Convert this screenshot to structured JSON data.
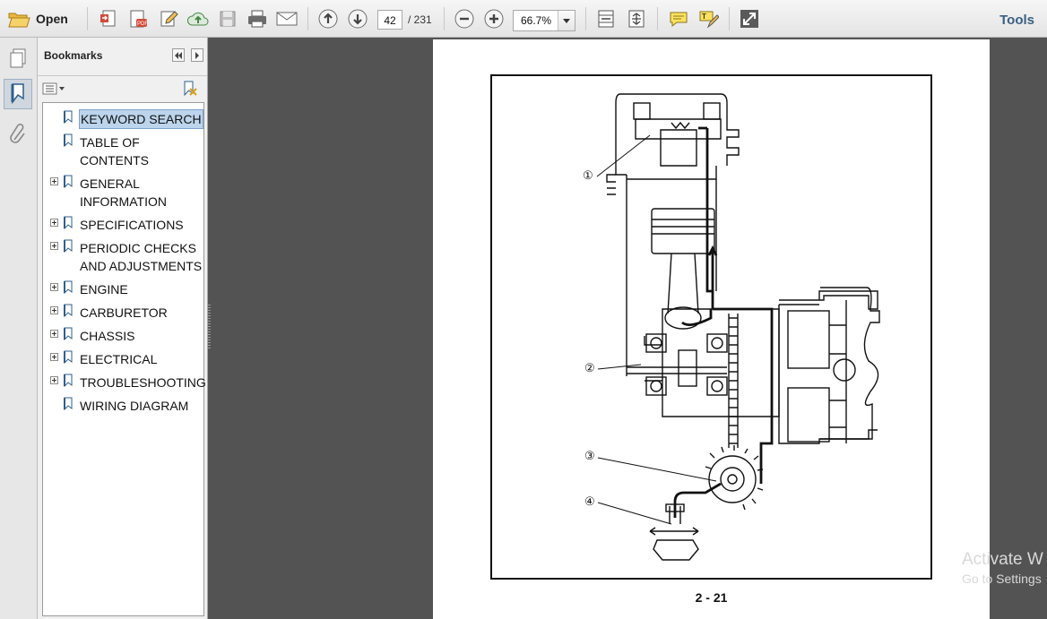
{
  "toolbar": {
    "open_label": "Open",
    "current_page": "42",
    "total_pages": "/ 231",
    "zoom": "66.7%",
    "tools_label": "Tools",
    "accent": "#3a5f84"
  },
  "panel": {
    "title": "Bookmarks",
    "bookmarks": [
      {
        "label": "KEYWORD SEARCH",
        "expandable": false,
        "selected": true
      },
      {
        "label": "TABLE OF\nCONTENTS",
        "expandable": false
      },
      {
        "label": "GENERAL\nINFORMATION",
        "expandable": true
      },
      {
        "label": "SPECIFICATIONS",
        "expandable": true
      },
      {
        "label": "PERIODIC CHECKS\nAND ADJUSTMENTS",
        "expandable": true
      },
      {
        "label": "ENGINE",
        "expandable": true
      },
      {
        "label": "CARBURETOR",
        "expandable": true
      },
      {
        "label": "CHASSIS",
        "expandable": true
      },
      {
        "label": "ELECTRICAL",
        "expandable": true
      },
      {
        "label": "TROUBLESHOOTING",
        "expandable": true
      },
      {
        "label": "WIRING DIAGRAM",
        "expandable": false
      }
    ]
  },
  "document": {
    "page_number": "2 - 21",
    "callouts": [
      "①",
      "②",
      "③",
      "④"
    ]
  },
  "watermark": {
    "line1": "Activate W",
    "line2": "Go to Settings"
  }
}
